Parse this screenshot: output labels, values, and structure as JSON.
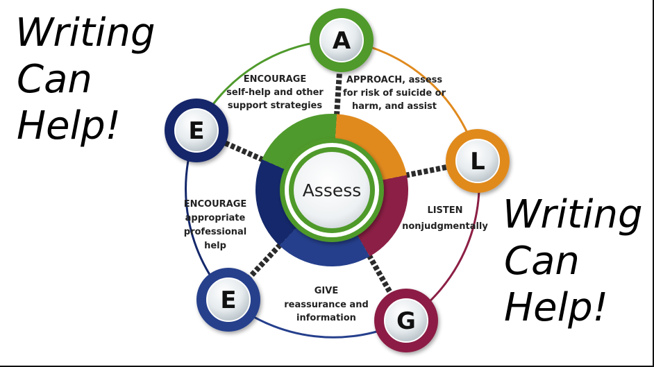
{
  "slogans": {
    "left": [
      "Writing",
      "Can",
      "Help!"
    ],
    "right": [
      "Writing",
      "Can",
      "Help!"
    ]
  },
  "center": {
    "label": "Assess"
  },
  "steps": [
    {
      "letter": "A",
      "color": "#4f9a2c",
      "lines": [
        "APPROACH, assess",
        "for risk of suicide or",
        "harm, and assist"
      ]
    },
    {
      "letter": "L",
      "color": "#e08a1e",
      "lines": [
        "LISTEN",
        "nonjudgmentally"
      ]
    },
    {
      "letter": "G",
      "color": "#8c1f45",
      "lines": [
        "GIVE",
        "reassurance and",
        "information"
      ]
    },
    {
      "letter": "E",
      "color": "#253f8c",
      "lines": [
        "ENCOURAGE",
        "appropriate",
        "professional",
        "help"
      ]
    },
    {
      "letter": "E",
      "color": "#14286b",
      "lines": [
        "ENCOURAGE",
        "self-help and other",
        "support strategies"
      ]
    }
  ]
}
